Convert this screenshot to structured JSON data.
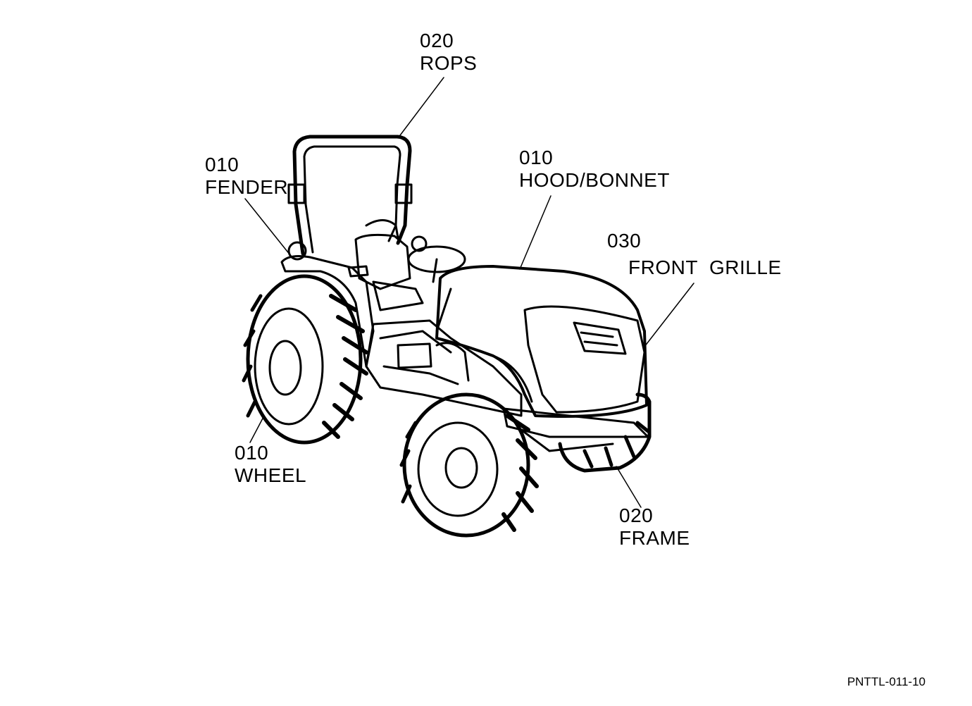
{
  "callouts": {
    "rops": {
      "code": "020",
      "name": "ROPS"
    },
    "fender": {
      "code": "010",
      "name": "FENDER"
    },
    "hood": {
      "code": "010",
      "name": "HOOD/BONNET"
    },
    "grille": {
      "code": "030",
      "name": "FRONT  GRILLE"
    },
    "wheel": {
      "code": "010",
      "name": "WHEEL"
    },
    "frame": {
      "code": "020",
      "name": "FRAME"
    }
  },
  "reference_code": "PNTTL-011-10"
}
